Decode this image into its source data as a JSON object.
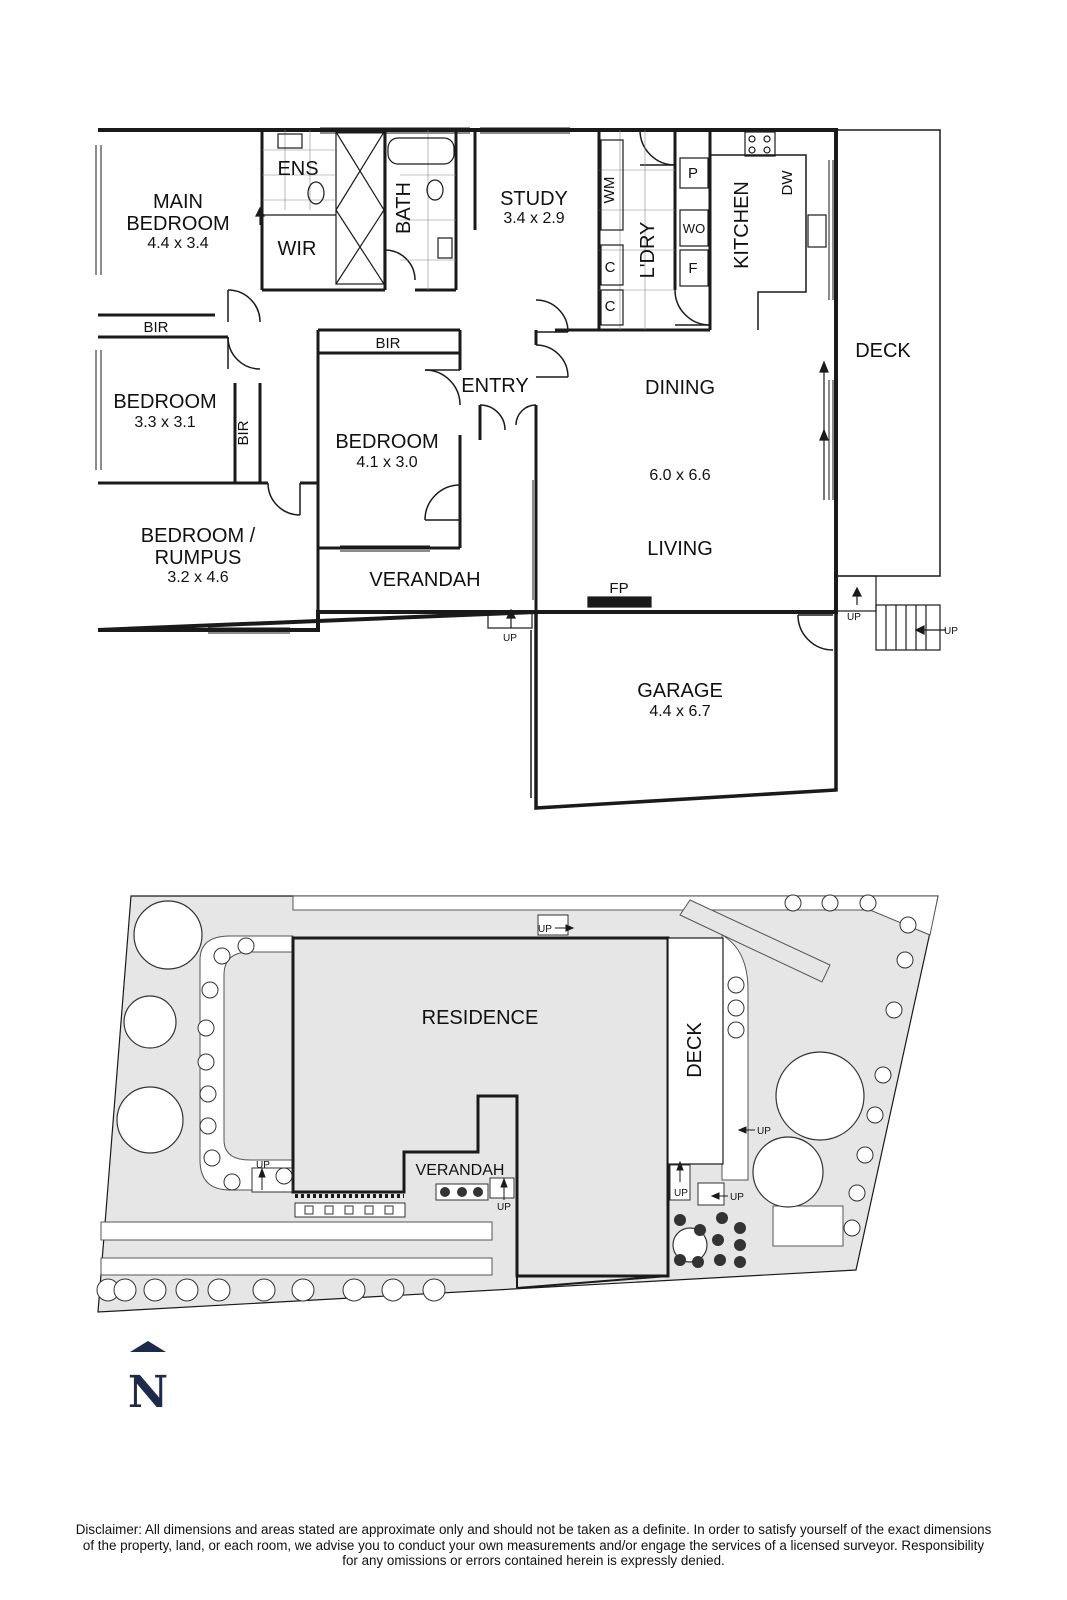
{
  "floor_plan": {
    "rooms": {
      "main_bedroom": {
        "name_line1": "MAIN",
        "name_line2": "BEDROOM",
        "dims": "4.4 x 3.4"
      },
      "ens": {
        "name": "ENS"
      },
      "wir": {
        "name": "WIR"
      },
      "bath": {
        "name": "BATH"
      },
      "study": {
        "name": "STUDY",
        "dims": "3.4 x 2.9"
      },
      "wm": {
        "name": "WM"
      },
      "laundry": {
        "name": "L'DRY"
      },
      "c1": {
        "name": "C"
      },
      "c2": {
        "name": "C"
      },
      "p": {
        "name": "P"
      },
      "wo": {
        "name": "WO"
      },
      "f": {
        "name": "F"
      },
      "kitchen": {
        "name": "KITCHEN"
      },
      "dw": {
        "name": "DW"
      },
      "deck": {
        "name": "DECK"
      },
      "bir_1": {
        "name": "BIR"
      },
      "bir_2": {
        "name": "BIR"
      },
      "bir_3": {
        "name": "BIR"
      },
      "bedroom_2": {
        "name": "BEDROOM",
        "dims": "3.3 x 3.1"
      },
      "entry": {
        "name": "ENTRY"
      },
      "dining": {
        "name": "DINING"
      },
      "living_dims": {
        "dims": "6.0 x 6.6"
      },
      "living": {
        "name": "LIVING"
      },
      "bedroom_3": {
        "name": "BEDROOM",
        "dims": "4.1 x 3.0"
      },
      "rumpus": {
        "name_line1": "BEDROOM /",
        "name_line2": "RUMPUS",
        "dims": "3.2 x 4.6"
      },
      "verandah": {
        "name": "VERANDAH"
      },
      "fp": {
        "name": "FP"
      },
      "garage": {
        "name": "GARAGE",
        "dims": "4.4 x 6.7"
      }
    },
    "up_labels": [
      "UP",
      "UP",
      "UP"
    ]
  },
  "site_plan": {
    "residence": "RESIDENCE",
    "deck": "DECK",
    "verandah": "VERANDAH",
    "up_labels": [
      "UP",
      "UP",
      "UP",
      "UP",
      "UP",
      "UP"
    ]
  },
  "compass": {
    "letter": "N"
  },
  "disclaimer": {
    "line1": "Disclaimer: All dimensions and areas stated are approximate only and should not be taken as a definite. In order to satisfy yourself of the exact dimensions",
    "line2": "of the property, land, or each room, we advise you to conduct your own measurements and/or engage the services of a licensed surveyor. Responsibility",
    "line3": "for any omissions or errors contained herein is expressly denied."
  },
  "colors": {
    "wall": "#1a1a1a",
    "site_fill": "#e6e6e6",
    "compass": "#1d2a4a"
  }
}
